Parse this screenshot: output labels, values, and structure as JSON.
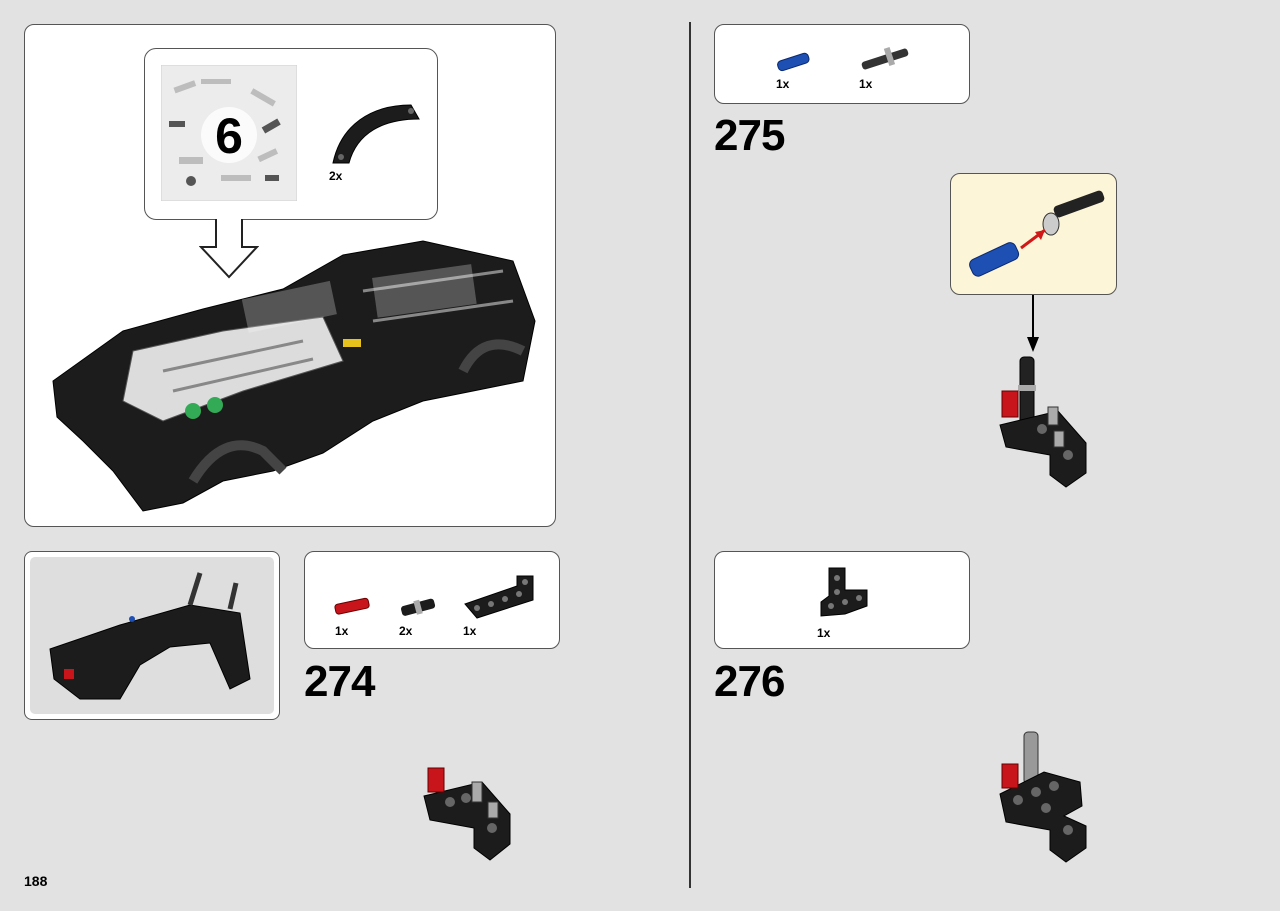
{
  "page_number": "188",
  "bag": {
    "number": "6",
    "part_qty": "2x"
  },
  "steps": [
    {
      "number": "274",
      "parts": [
        "1x",
        "2x",
        "1x"
      ]
    },
    {
      "number": "275",
      "parts": [
        "1x",
        "1x"
      ]
    },
    {
      "number": "276",
      "parts": [
        "1x"
      ]
    }
  ],
  "colors": {
    "background": "#e2e2e2",
    "callout_bg": "#fdf5d8",
    "brick_black": "#1c1c1c",
    "brick_red": "#c8141b",
    "brick_blue": "#1e4fb3"
  }
}
